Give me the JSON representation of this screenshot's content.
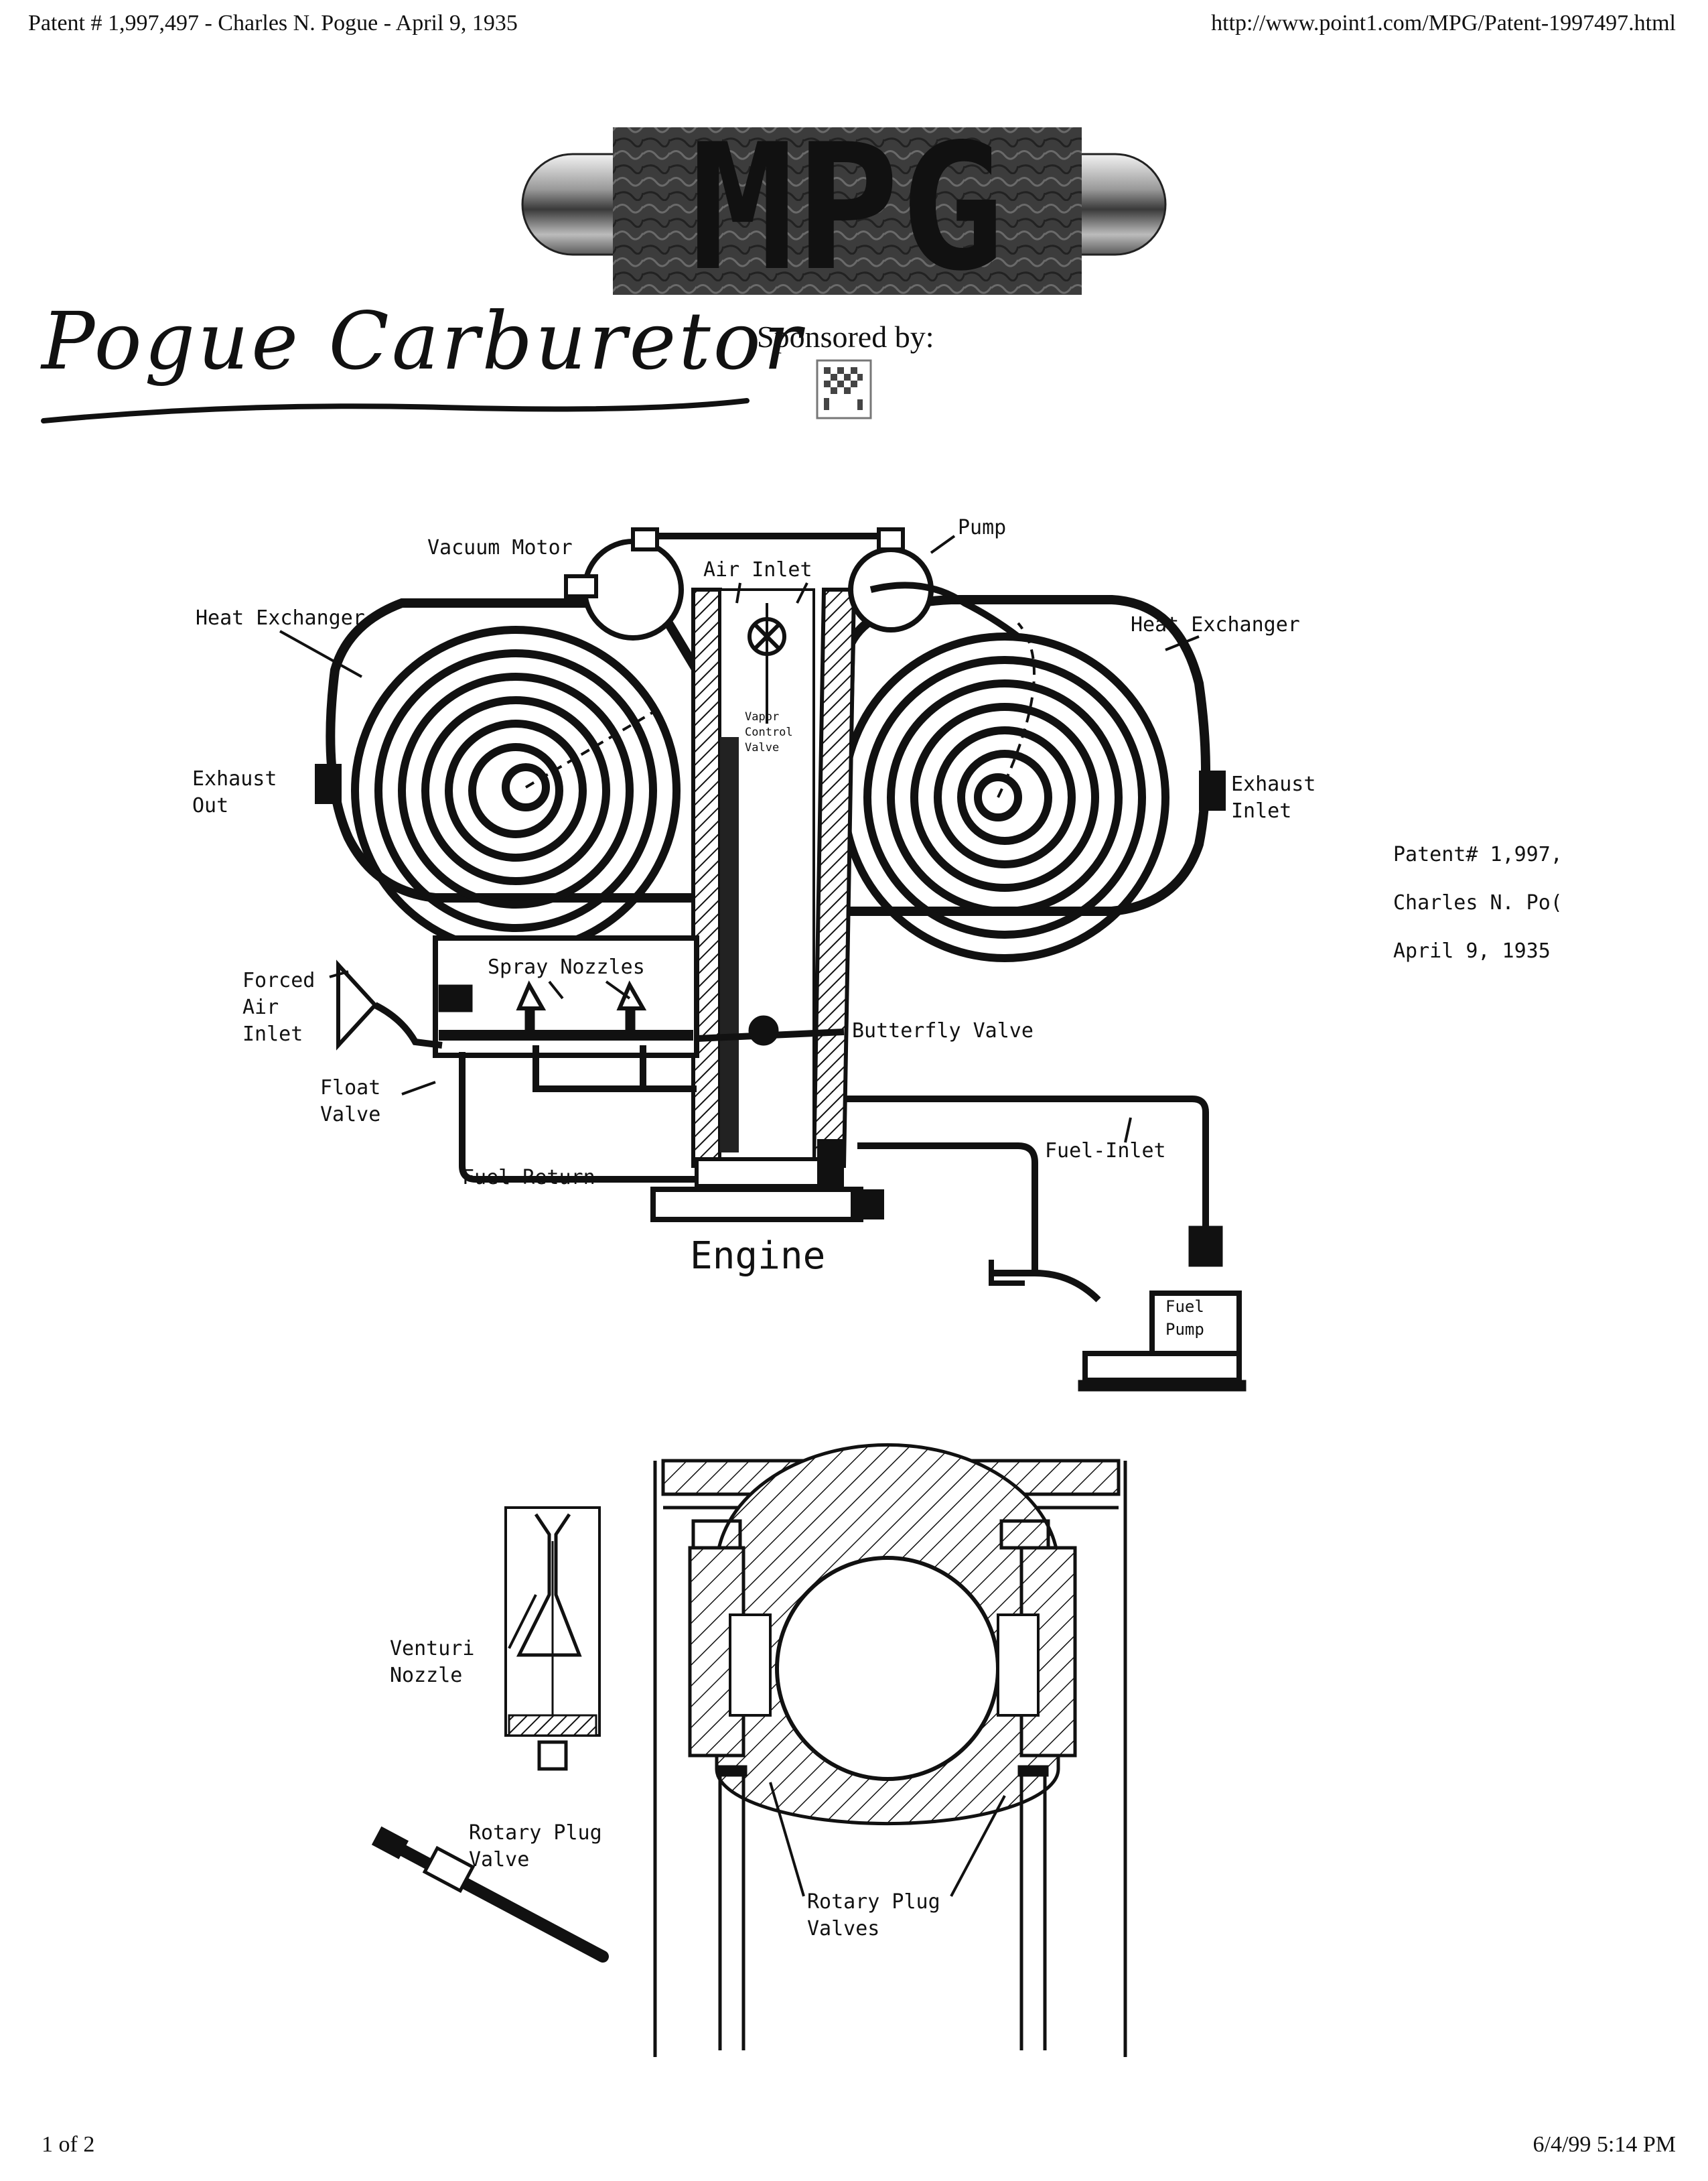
{
  "header": {
    "left": "Patent # 1,997,497 - Charles N. Pogue - April 9, 1935",
    "right": "http://www.point1.com/MPG/Patent-1997497.html"
  },
  "logo": {
    "text": "MPG"
  },
  "title": "Pogue Carburetor",
  "sponsored_by": "Sponsored by:",
  "patent_info": {
    "line1": "Patent# 1,997,",
    "line2": "Charles N. Po(",
    "line3": "April 9, 1935"
  },
  "diagram1_labels": {
    "vacuum_motor": "Vacuum Motor",
    "pump": "Pump",
    "air_inlet": "Air Inlet",
    "heat_exchanger_left": "Heat Exchanger",
    "heat_exchanger_right": "Heat Exchanger",
    "vapor_control_1": "Vapor",
    "vapor_control_2": "Control",
    "vapor_control_3": "Valve",
    "exhaust_out_1": "Exhaust",
    "exhaust_out_2": "Out",
    "exhaust_inlet_1": "Exhaust",
    "exhaust_inlet_2": "Inlet",
    "forced_air_1": "Forced",
    "forced_air_2": "Air",
    "forced_air_3": "Inlet",
    "spray_nozzles": "Spray Nozzles",
    "butterfly_valve": "Butterfly Valve",
    "float_valve_1": "Float",
    "float_valve_2": "Valve",
    "fuel_return": "Fuel Return",
    "fuel_inlet": "Fuel-Inlet",
    "engine": "Engine",
    "fuel_pump_1": "Fuel",
    "fuel_pump_2": "Pump"
  },
  "diagram2_labels": {
    "venturi_1": "Venturi",
    "venturi_2": "Nozzle",
    "rotary_plug_1": "Rotary Plug",
    "rotary_plug_2": "Valve",
    "rotary_plugs_1": "Rotary Plug",
    "rotary_plugs_2": "Valves"
  },
  "footer": {
    "left": "1 of 2",
    "right": "6/4/99 5:14 PM"
  }
}
